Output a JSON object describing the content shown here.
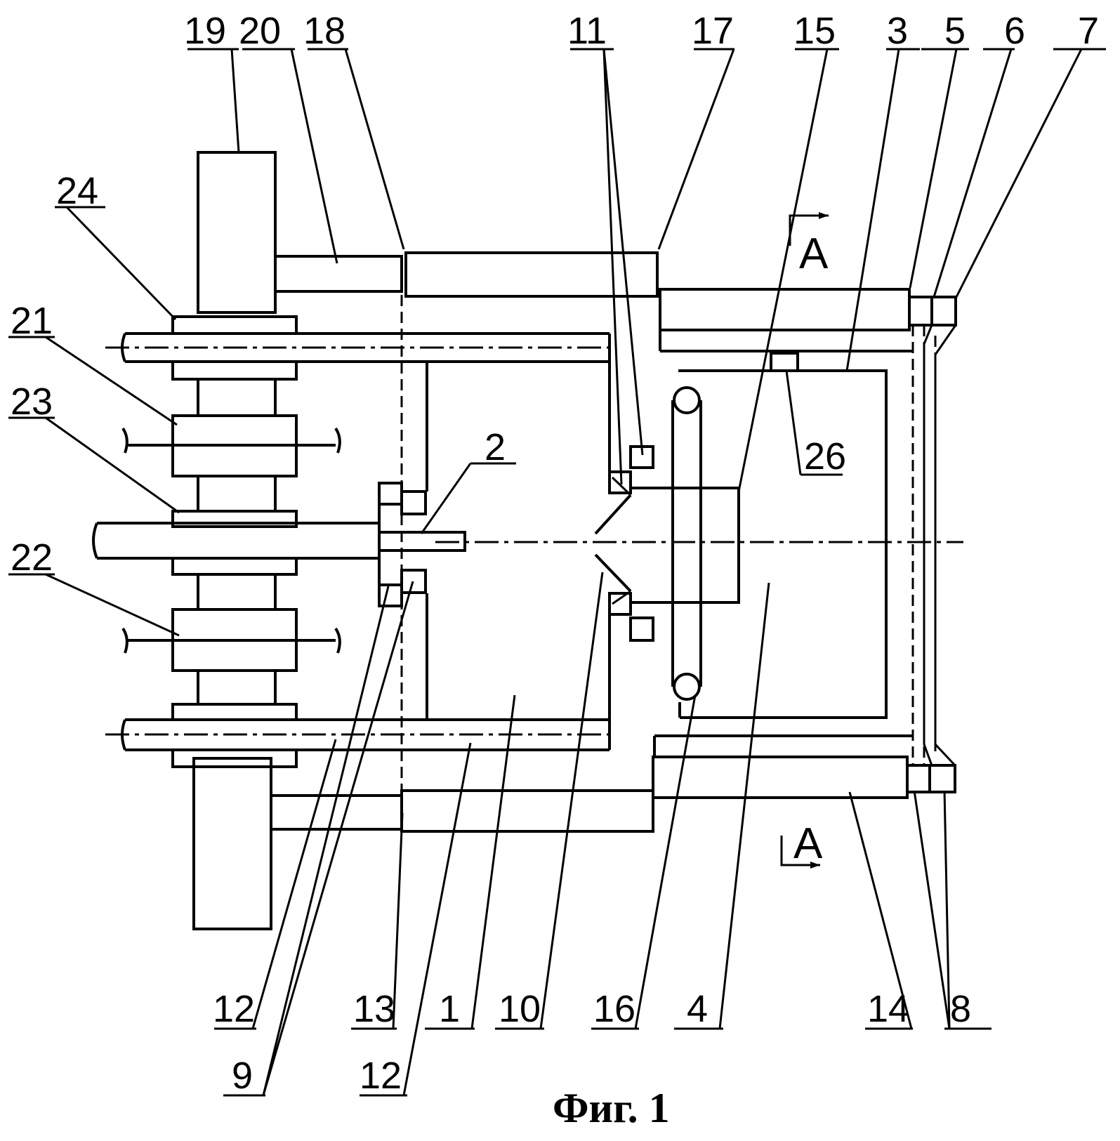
{
  "figure": {
    "caption": "Фиг. 1",
    "section_marks": [
      "A",
      "A"
    ],
    "labels": {
      "top": [
        "19",
        "20",
        "18",
        "11",
        "17",
        "15",
        "3",
        "5",
        "6",
        "7"
      ],
      "left": [
        "24",
        "21",
        "23",
        "22"
      ],
      "inner": [
        "2",
        "26"
      ],
      "bottom": [
        "12",
        "13",
        "1",
        "10",
        "16",
        "4",
        "14",
        "8"
      ],
      "bottom_second_row": [
        "9",
        "12"
      ]
    }
  }
}
